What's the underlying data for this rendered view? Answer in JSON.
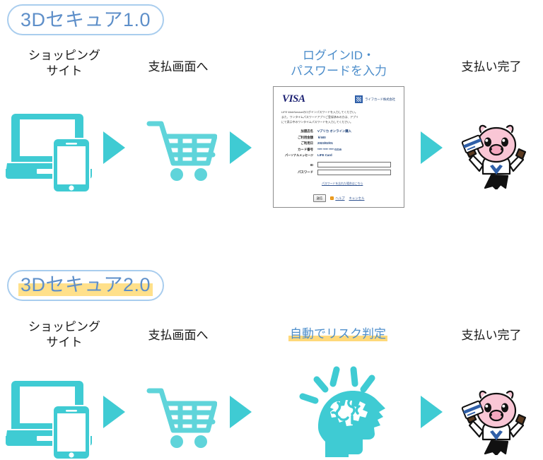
{
  "sections": [
    {
      "badge": "3Dセキュア1.0",
      "badge_highlight": false,
      "steps": [
        {
          "label": "ショッピング\nサイト",
          "color": "black",
          "icon": "devices-icon"
        },
        {
          "label": "支払画面へ",
          "color": "black",
          "icon": "shopping-cart-icon"
        },
        {
          "label": "ログインID・\nパスワードを入力",
          "color": "blue",
          "icon": "card-auth-form"
        },
        {
          "label": "支払い完了",
          "color": "black",
          "icon": "pig-mascot-icon"
        }
      ]
    },
    {
      "badge": "3Dセキュア2.0",
      "badge_highlight": true,
      "steps": [
        {
          "label": "ショッピング\nサイト",
          "color": "black",
          "icon": "devices-icon"
        },
        {
          "label": "支払画面へ",
          "color": "black",
          "icon": "shopping-cart-icon"
        },
        {
          "label": "自動でリスク判定",
          "color": "blue-highlight",
          "icon": "brain-thinking-icon"
        },
        {
          "label": "支払い完了",
          "color": "black",
          "icon": "pig-mascot-icon"
        }
      ]
    }
  ],
  "card_form": {
    "brand": "VISA",
    "issuer": "ライフカード株式会社",
    "note": "LIFE WebServiceのログインパスワードを入力してください。\nまた、ワンタイムパスワードアプリご登録済みの方は、アプリ\nにて表示中のワンタイムパスワードを入力してください。",
    "details": [
      {
        "key": "加盟店名",
        "value": "Vプリカ オンライン購入"
      },
      {
        "key": "ご利用金額",
        "value": "￥500"
      },
      {
        "key": "ご利用日",
        "value": "2023/02/01"
      },
      {
        "key": "カード番号",
        "value": "**** **** **** 0216"
      },
      {
        "key": "パーソナルメッセージ",
        "value": "LIFE Card"
      }
    ],
    "fields": [
      {
        "label": "ID",
        "value": "",
        "placeholder": ""
      },
      {
        "label": "パスワード",
        "value": "",
        "placeholder": ""
      }
    ],
    "forgot_link": "パスワードを忘れた場合はこちら",
    "submit_label": "送信",
    "help_label": "ヘルプ",
    "cancel_label": "キャンセル"
  },
  "colors": {
    "teal": "#3fcbd3",
    "badge_border": "#a9cdee",
    "badge_text": "#5e8fc9",
    "caption_blue": "#4d8ecb",
    "highlight_yellow": "#ffd97a",
    "pig_pink": "#f9c6d5"
  }
}
